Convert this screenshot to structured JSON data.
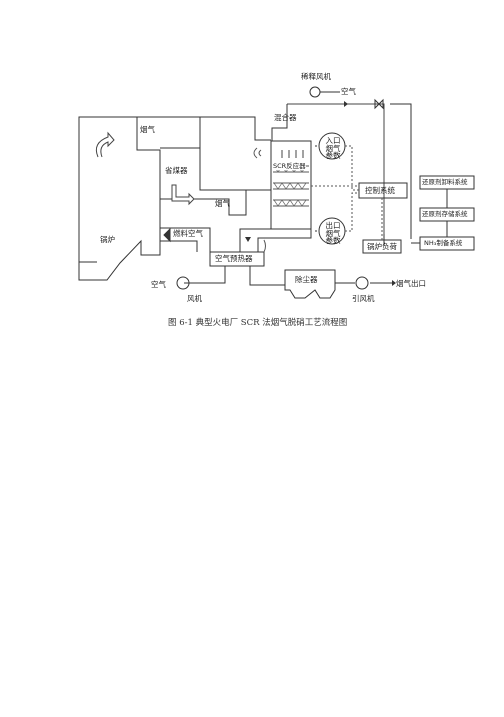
{
  "diagram": {
    "labels": {
      "dilution_fan": "稀释风机",
      "air_top": "空气",
      "mixer": "混合器",
      "flue_gas_top": "烟气",
      "economizer": "省煤器",
      "flue_gas_mid": "烟气",
      "inlet_params": "入口烟气参数",
      "control_system": "控制系统",
      "scr_reactor": "SCR反应器",
      "outlet_params": "出口烟气参数",
      "boiler_load": "锅炉负荷",
      "boiler": "锅炉",
      "combustion_air": "燃料空气",
      "air_preheater": "空气预热器",
      "air_left": "空气",
      "fan": "风机",
      "dust_collector": "除尘器",
      "id_fan": "引风机",
      "flue_outlet": "烟气出口",
      "reductant_unloading": "还原剂卸料系统",
      "reductant_storage": "还原剂存储系统",
      "nh3_prep": "NH₃制备系统"
    }
  },
  "caption": "图 6-1  典型火电厂 SCR 法烟气脱硝工艺流程图"
}
